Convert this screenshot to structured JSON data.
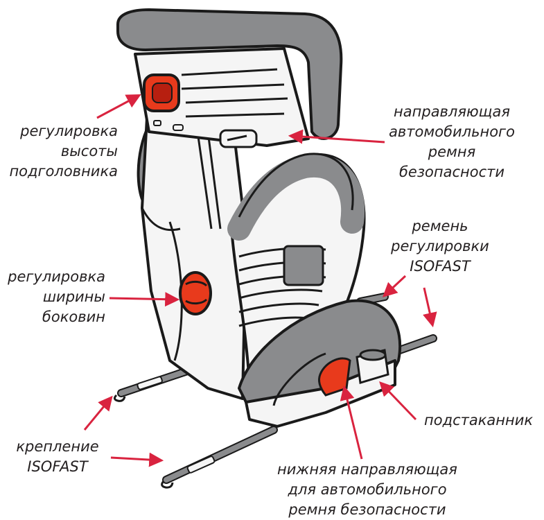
{
  "colors": {
    "accent_red": "#d9233f",
    "cushion_gray": "#8a8b8d",
    "frame_light": "#f5f5f5",
    "outline": "#1a1a1a",
    "control_red": "#e83a1c",
    "background": "#ffffff"
  },
  "labels": {
    "headrest_height": [
      "регулировка",
      "высоты",
      "подголовника"
    ],
    "belt_guide": [
      "направляющая",
      "автомобильного",
      "ремня",
      "безопасности"
    ],
    "isofast_strap": [
      "ремень",
      "регулировки",
      "ISOFAST"
    ],
    "side_width": [
      "регулировка",
      "ширины",
      "боковин"
    ],
    "cup_holder": [
      "подстаканник"
    ],
    "isofast_anchor": [
      "крепление",
      "ISOFAST"
    ],
    "lower_belt_guide": [
      "нижняя направляющая",
      "для автомобильного",
      "ремня безопасности"
    ]
  }
}
